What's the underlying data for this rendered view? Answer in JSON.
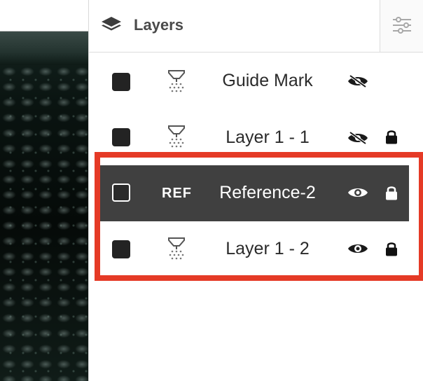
{
  "panel": {
    "title": "Layers",
    "icon": "layers-stack-icon",
    "settings_icon": "sliders-icon"
  },
  "layers": [
    {
      "name": "Guide Mark",
      "type": "laser",
      "visible": false,
      "locked": false,
      "checked": false,
      "selected": false
    },
    {
      "name": "Layer 1 - 1",
      "type": "laser",
      "visible": false,
      "locked": true,
      "checked": false,
      "selected": false
    },
    {
      "name": "Reference-2",
      "type": "reference",
      "type_label": "REF",
      "visible": true,
      "locked": true,
      "checked": false,
      "selected": true
    },
    {
      "name": "Layer 1 - 2",
      "type": "laser",
      "visible": true,
      "locked": true,
      "checked": false,
      "selected": false
    }
  ],
  "colors": {
    "selected_row": "#404040",
    "highlight": "#e53a26",
    "header_text": "#4a4a4a"
  }
}
